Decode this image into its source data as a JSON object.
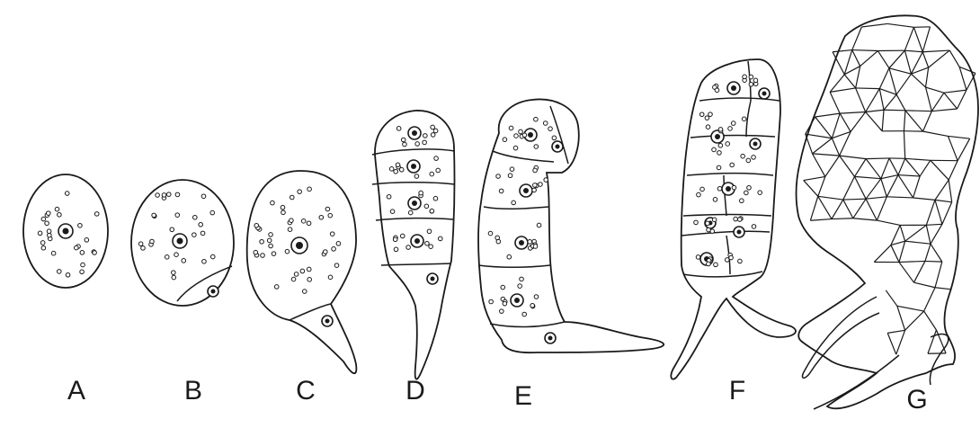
{
  "figure": {
    "stages": [
      {
        "label": "A"
      },
      {
        "label": "B"
      },
      {
        "label": "C"
      },
      {
        "label": "D"
      },
      {
        "label": "E"
      },
      {
        "label": "F"
      },
      {
        "label": "G"
      }
    ]
  }
}
